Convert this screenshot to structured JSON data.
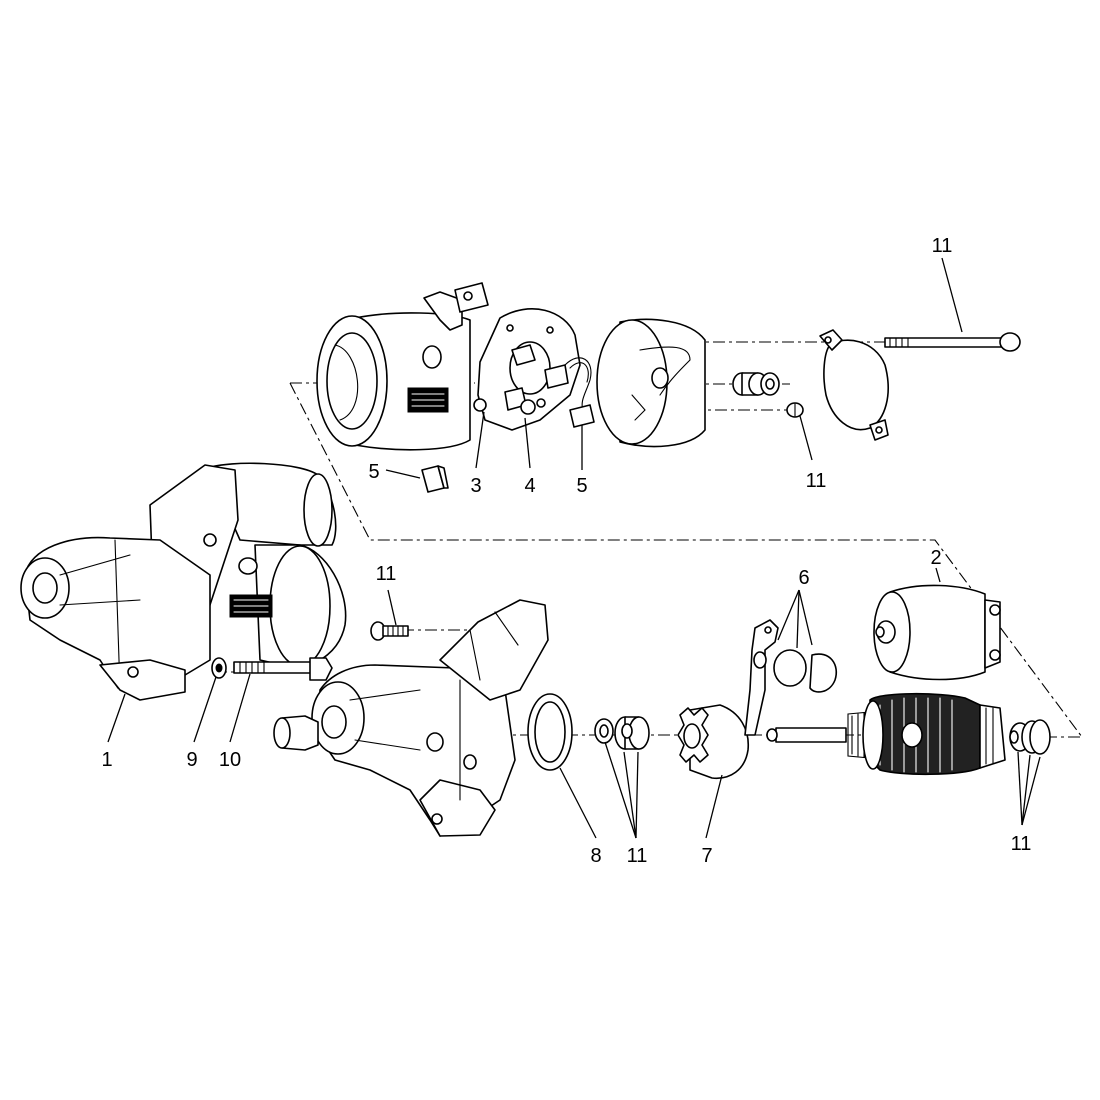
{
  "callouts": [
    {
      "id": "c11-top",
      "text": "11"
    },
    {
      "id": "c5-left",
      "text": "5"
    },
    {
      "id": "c3",
      "text": "3"
    },
    {
      "id": "c4",
      "text": "4"
    },
    {
      "id": "c5-right",
      "text": "5"
    },
    {
      "id": "c11-mid",
      "text": "11"
    },
    {
      "id": "c2",
      "text": "2"
    },
    {
      "id": "c6",
      "text": "6"
    },
    {
      "id": "c11-bolt",
      "text": "11"
    },
    {
      "id": "c1",
      "text": "1"
    },
    {
      "id": "c9",
      "text": "9"
    },
    {
      "id": "c10",
      "text": "10"
    },
    {
      "id": "c8",
      "text": "8"
    },
    {
      "id": "c11-bearings",
      "text": "11"
    },
    {
      "id": "c7",
      "text": "7"
    },
    {
      "id": "c11-right",
      "text": "11"
    }
  ],
  "colors": {
    "line": "#000000",
    "background": "#ffffff"
  }
}
